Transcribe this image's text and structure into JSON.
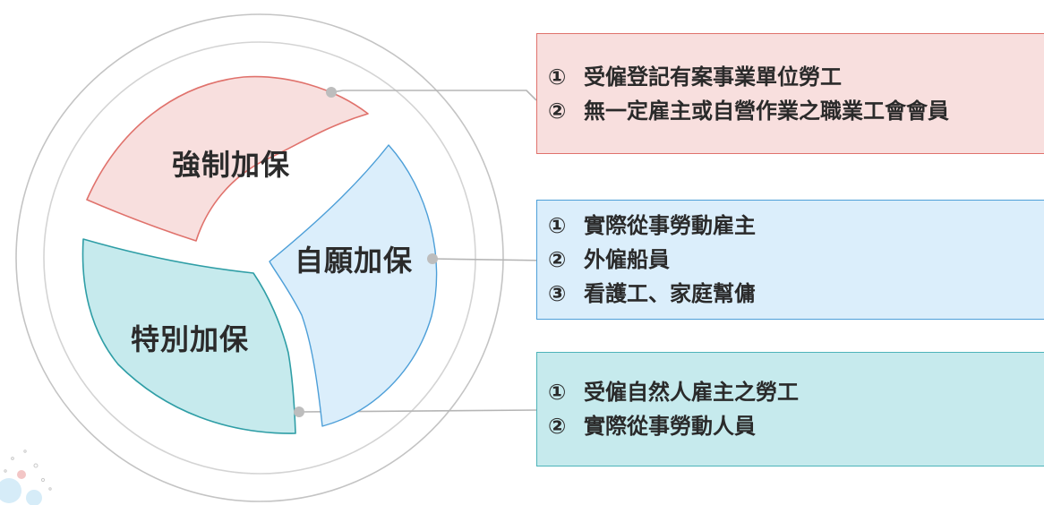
{
  "segments": {
    "compulsory": "強制加保",
    "voluntary": "自願加保",
    "special": "特別加保"
  },
  "boxes": {
    "compulsory": {
      "items": [
        {
          "num": "①",
          "text": "受僱登記有案事業單位勞工"
        },
        {
          "num": "②",
          "text": "無一定雇主或自營作業之職業工會會員"
        }
      ]
    },
    "voluntary": {
      "items": [
        {
          "num": "①",
          "text": "實際從事勞動雇主"
        },
        {
          "num": "②",
          "text": "外僱船員"
        },
        {
          "num": "③",
          "text": "看護工、家庭幫傭"
        }
      ]
    },
    "special": {
      "items": [
        {
          "num": "①",
          "text": "受僱自然人雇主之勞工"
        },
        {
          "num": "②",
          "text": "實際從事勞動人員"
        }
      ]
    }
  },
  "colors": {
    "compulsory_fill": "#f8dfde",
    "compulsory_stroke": "#e0726c",
    "voluntary_fill": "#dbeefb",
    "voluntary_stroke": "#4d9fd8",
    "special_fill": "#c6eaed",
    "special_stroke": "#2f9ea6",
    "connector": "#b5b5b5"
  }
}
